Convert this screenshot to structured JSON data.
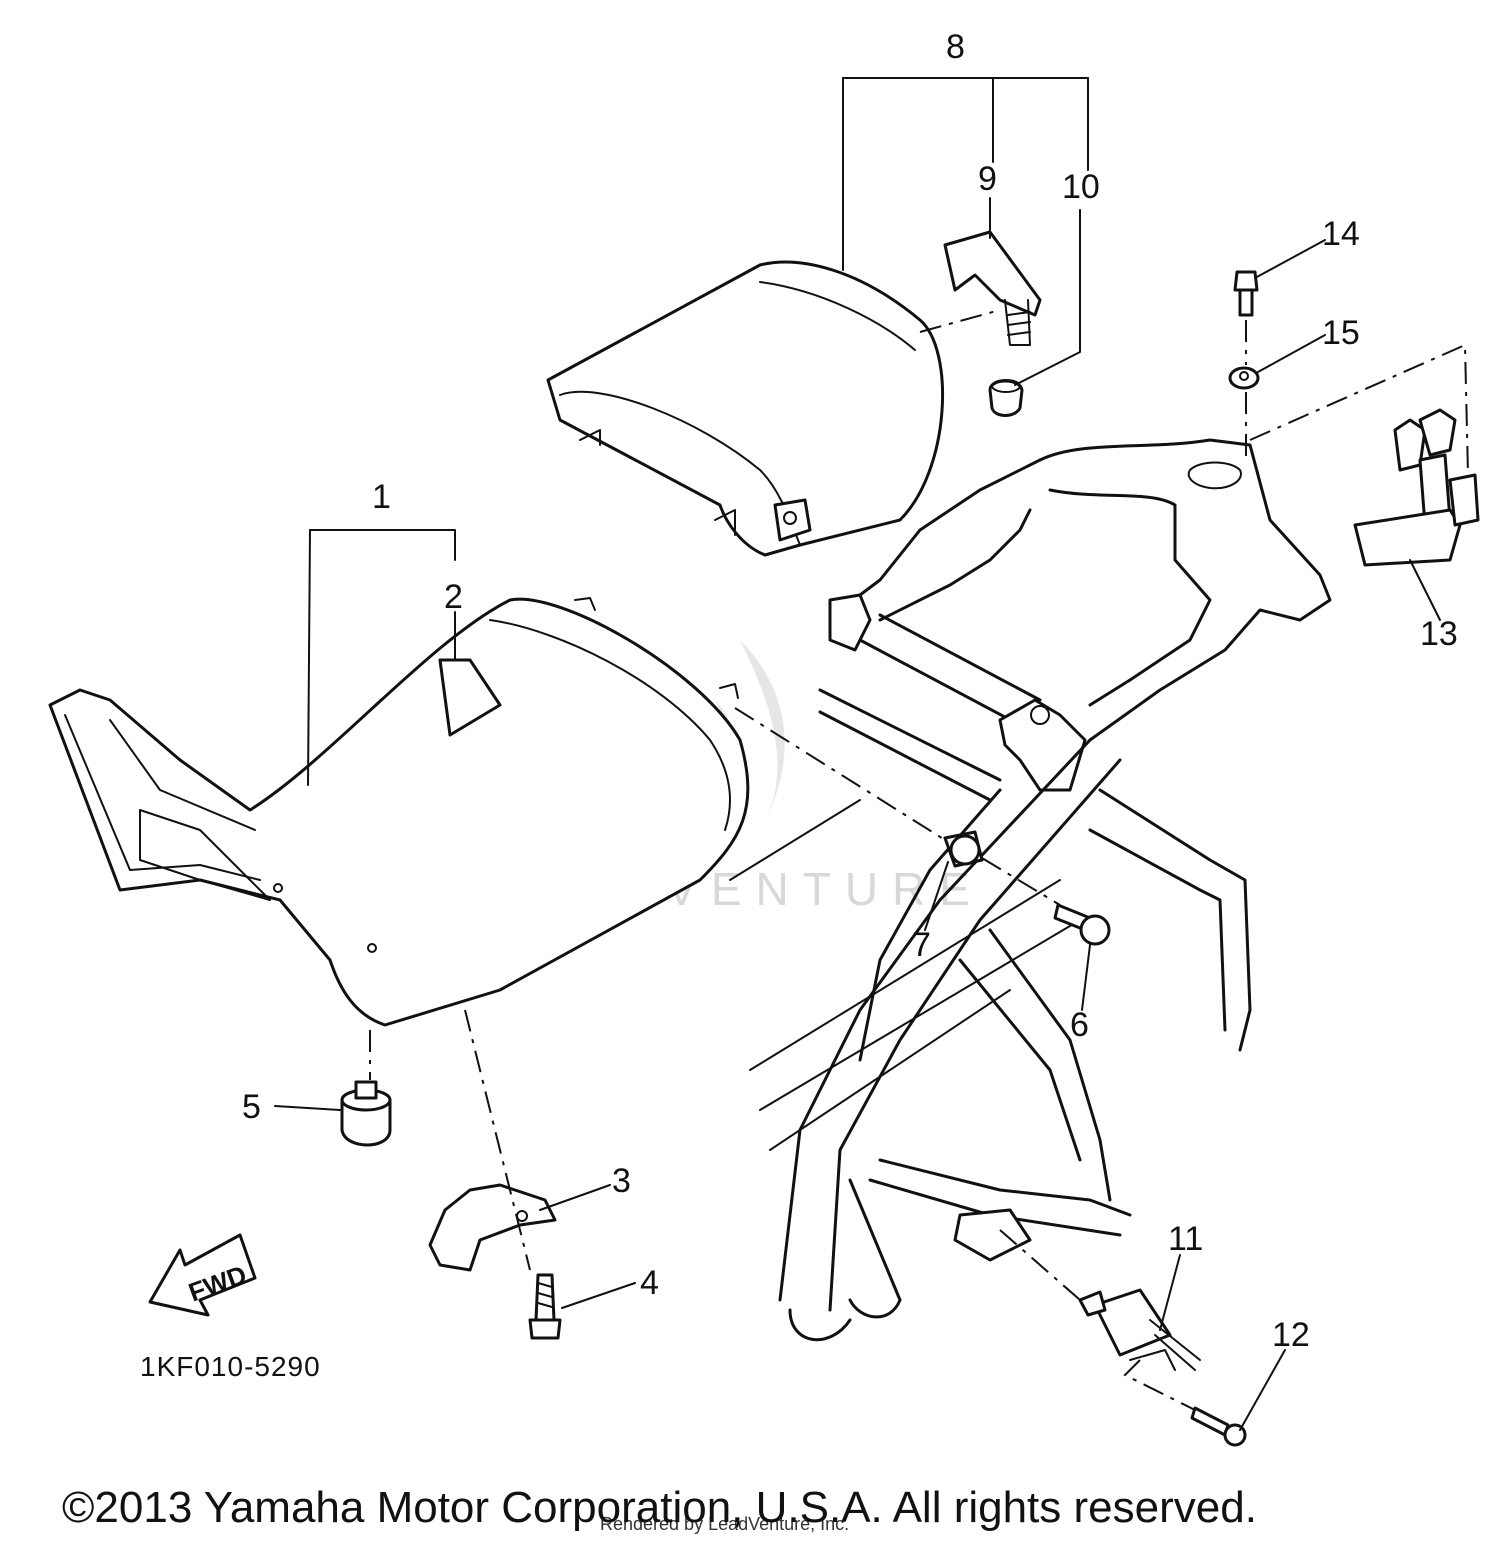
{
  "diagram": {
    "callouts": [
      "1",
      "2",
      "3",
      "4",
      "5",
      "6",
      "7",
      "8",
      "9",
      "10",
      "11",
      "12",
      "13",
      "14",
      "15"
    ],
    "diagram_code": "1KF010-5290",
    "fwd_label": "FWD",
    "watermark": "LEADVENTURE",
    "copyright": "©2013 Yamaha Motor Corporation, U.S.A. All rights reserved.",
    "rendered_by": "Rendered by LeadVenture, Inc."
  }
}
